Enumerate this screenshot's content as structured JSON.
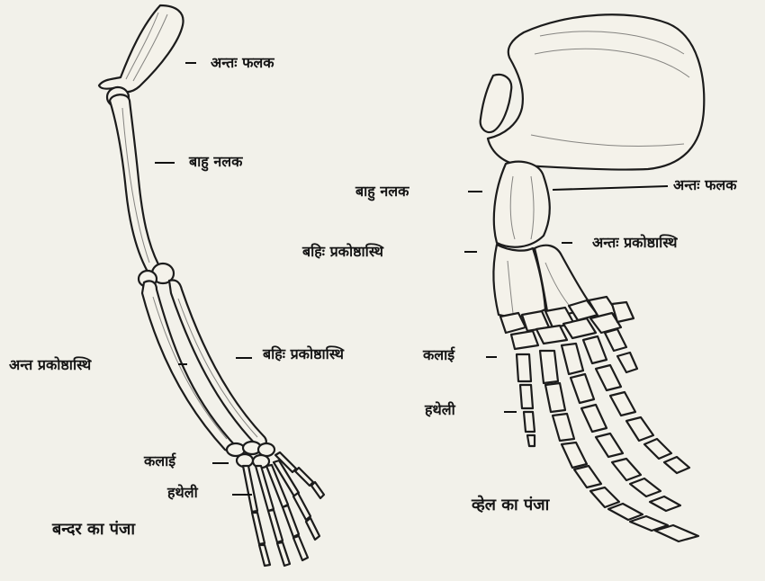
{
  "monkey": {
    "scapula": "अन्तः फलक",
    "humerus": "बाहु नलक",
    "radius": "बहिः प्रकोष्ठास्थि",
    "ulna": "अन्त प्रकोष्ठास्थि",
    "wrist": "कलाई",
    "palm": "हथेली",
    "caption": "बन्दर का पंजा"
  },
  "whale": {
    "scapula": "अन्तः फलक",
    "humerus": "बाहु नलक",
    "ulna": "अन्तः प्रकोष्ठास्थि",
    "radius": "बहिः प्रकोष्ठास्थि",
    "wrist": "कलाई",
    "palm": "हथेली",
    "caption": "व्हेल का पंजा"
  }
}
